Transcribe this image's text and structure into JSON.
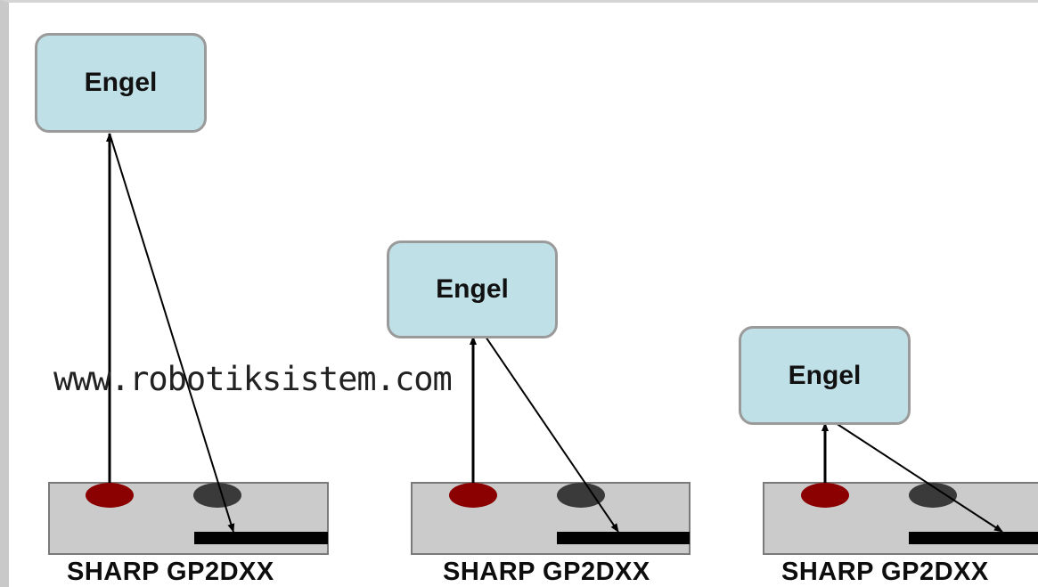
{
  "watermark": "www.robotiksistem.com",
  "panels": [
    {
      "obstacle_label": "Engel",
      "sensor_label": "SHARP GP2DXX"
    },
    {
      "obstacle_label": "Engel",
      "sensor_label": "SHARP GP2DXX"
    },
    {
      "obstacle_label": "Engel",
      "sensor_label": "SHARP GP2DXX"
    }
  ],
  "colors": {
    "obstacle_fill": "#bfe0e6",
    "sensor_body": "#cbcbcb",
    "emitter": "#8b0000",
    "receiver": "#3a3a3a",
    "detector_bar": "#000000"
  }
}
